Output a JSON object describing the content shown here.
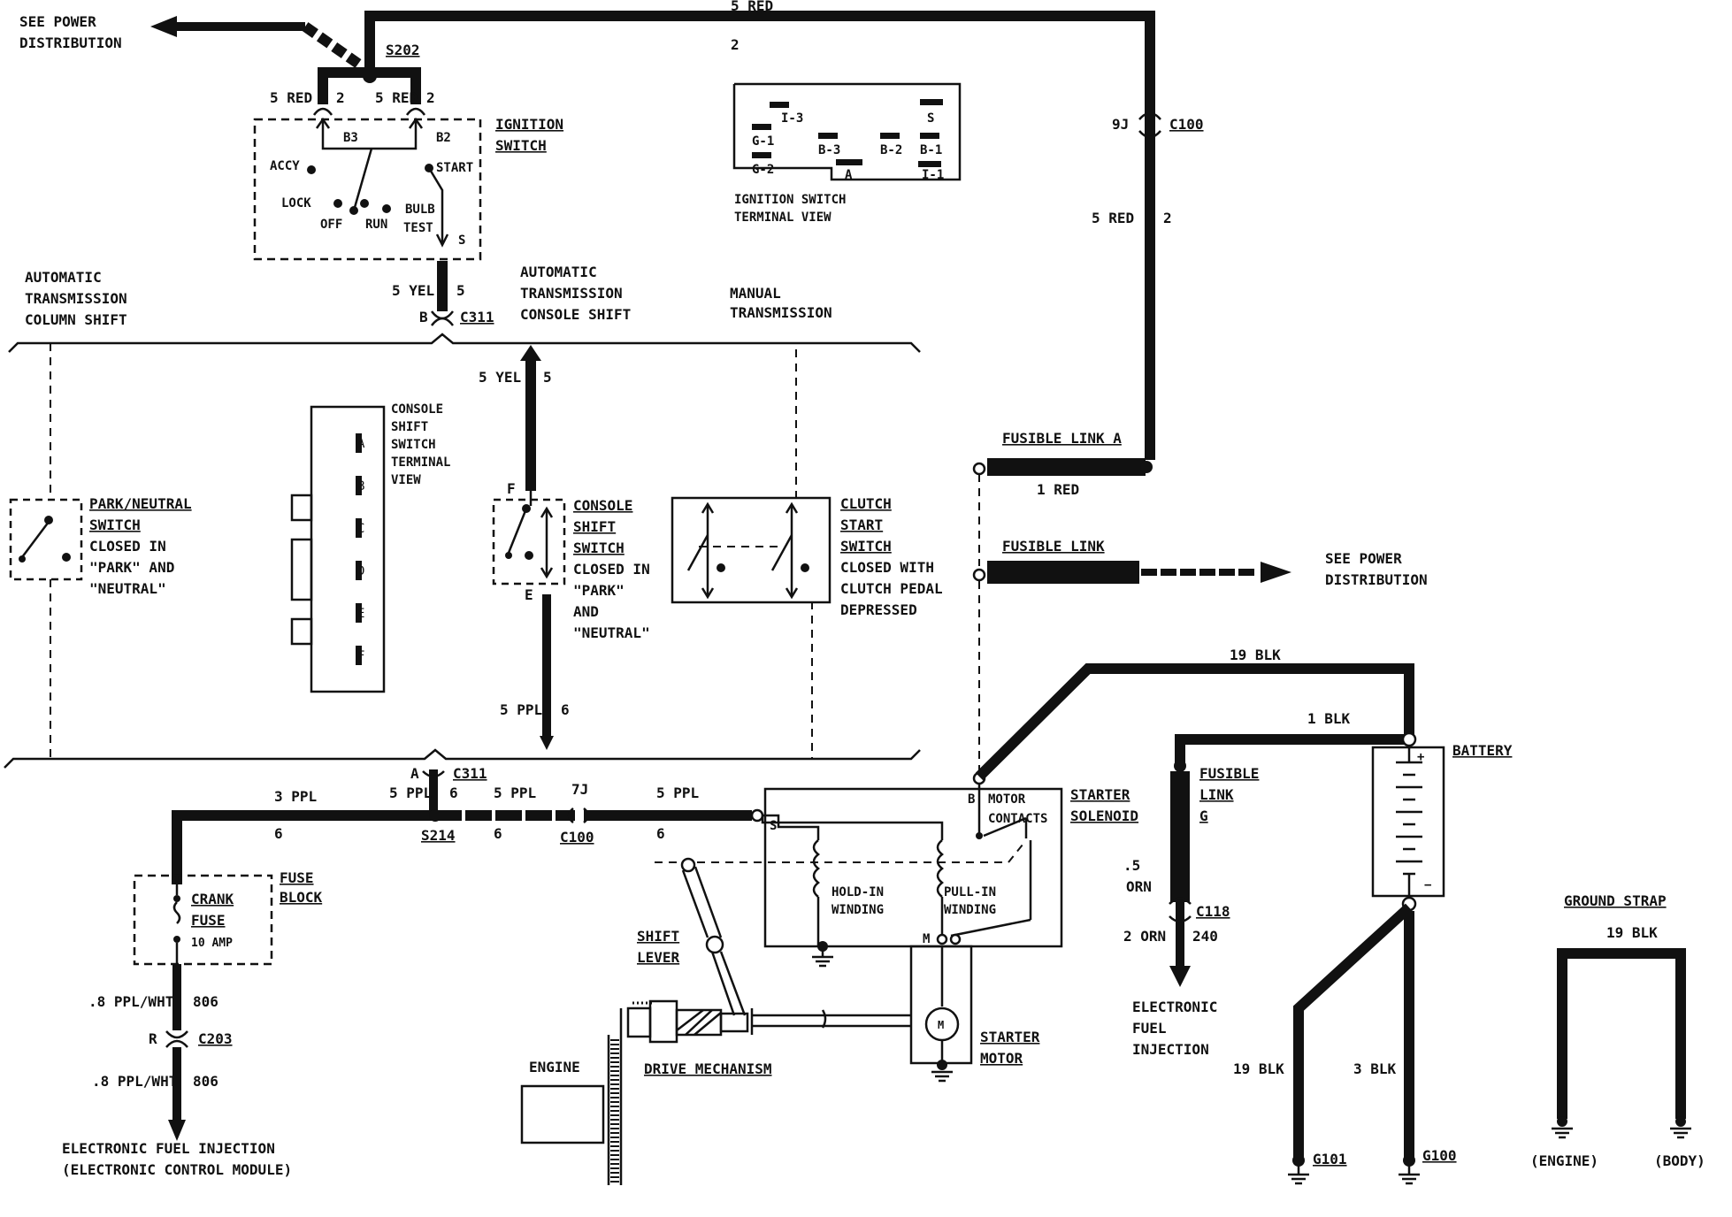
{
  "power_top": {
    "see_power": "SEE POWER",
    "distribution": "DISTRIBUTION"
  },
  "power_right": {
    "see_power": "SEE POWER",
    "distribution": "DISTRIBUTION"
  },
  "top_wire": {
    "label": "5 RED",
    "circuit": "2"
  },
  "splice_s202": "S202",
  "ign_wire_left": {
    "label": "5 RED",
    "circuit": "2"
  },
  "ign_wire_right": {
    "label": "5 RED",
    "circuit": "2"
  },
  "ignition_switch": {
    "title1": "IGNITION",
    "title2": "SWITCH",
    "b3": "B3",
    "b2": "B2",
    "accy": "ACCY",
    "start": "START",
    "lock": "LOCK",
    "off": "OFF",
    "run": "RUN",
    "bulb": "BULB",
    "test": "TEST",
    "s": "S"
  },
  "ign_terminal_view": {
    "terminals": [
      "I-3",
      "S",
      "G-1",
      "B-3",
      "B-2",
      "B-1",
      "G-2",
      "A",
      "I-1"
    ],
    "caption1": "IGNITION SWITCH",
    "caption2": "TERMINAL VIEW"
  },
  "c100_top": {
    "pin": "9J",
    "name": "C100"
  },
  "right_wire": {
    "label": "5 RED",
    "circuit": "2"
  },
  "c311_top": {
    "wire": "5 YEL",
    "circuit": "5",
    "pin": "B",
    "name": "C311"
  },
  "sections": {
    "col1": "AUTOMATIC",
    "col2": "TRANSMISSION",
    "col3": "COLUMN SHIFT",
    "con1": "AUTOMATIC",
    "con2": "TRANSMISSION",
    "con3": "CONSOLE SHIFT",
    "man1": "MANUAL",
    "man2": "TRANSMISSION"
  },
  "console_feed": {
    "wire": "5 YEL",
    "circuit": "5",
    "pin_f": "F",
    "pin_e": "E",
    "wire_out": "5 PPL",
    "circuit_out": "6"
  },
  "console_terminal_view": {
    "lines": [
      "CONSOLE",
      "SHIFT",
      "SWITCH",
      "TERMINAL",
      "VIEW"
    ],
    "pins": [
      "A",
      "B",
      "C",
      "D",
      "E",
      "F"
    ]
  },
  "park_neutral": {
    "lines": [
      "PARK/NEUTRAL",
      "SWITCH",
      "CLOSED IN",
      "\"PARK\" AND",
      "\"NEUTRAL\""
    ]
  },
  "console_switch": {
    "lines": [
      "CONSOLE",
      "SHIFT",
      "SWITCH",
      "CLOSED IN",
      "\"PARK\"",
      "AND",
      "\"NEUTRAL\""
    ]
  },
  "clutch_switch": {
    "lines": [
      "CLUTCH",
      "START",
      "SWITCH",
      "CLOSED WITH",
      "CLUTCH PEDAL",
      "DEPRESSED"
    ]
  },
  "fusible_link_a": {
    "name": "FUSIBLE LINK A",
    "wire": "1 RED"
  },
  "fusible_link": {
    "name": "FUSIBLE LINK"
  },
  "c311_bottom": {
    "pin": "A",
    "name": "C311"
  },
  "start_wires": {
    "w1": "3 PPL",
    "c1": "6",
    "w2": "5 PPL",
    "c2": "6",
    "s214": "S214",
    "w3": "5 PPL",
    "c3": "6",
    "pin7j": "7J",
    "c100": "C100",
    "w4": "5 PPL",
    "c4": "6"
  },
  "fuse_block": {
    "fuse": "FUSE",
    "block": "BLOCK",
    "crank": "CRANK",
    "fuse2": "FUSE",
    "amp": "10 AMP"
  },
  "ecm_path": {
    "w1": ".8 PPL/WHT",
    "c1": "806",
    "pin": "R",
    "conn": "C203",
    "w2": ".8 PPL/WHT",
    "c2": "806",
    "dest1": "ELECTRONIC FUEL INJECTION",
    "dest2": "(ELECTRONIC CONTROL MODULE)"
  },
  "starter_solenoid": {
    "title1": "STARTER",
    "title2": "SOLENOID",
    "b": "B",
    "s": "S",
    "m": "M",
    "motor": "MOTOR",
    "contacts": "CONTACTS",
    "hold1": "HOLD-IN",
    "hold2": "WINDING",
    "pull1": "PULL-IN",
    "pull2": "WINDING"
  },
  "shift_lever": {
    "l1": "SHIFT",
    "l2": "LEVER"
  },
  "starter_motor": {
    "l1": "STARTER",
    "l2": "MOTOR",
    "m": "M"
  },
  "engine": "ENGINE",
  "drive_mechanism": "DRIVE MECHANISM",
  "battery": {
    "label": "BATTERY",
    "plus": "+",
    "minus": "−",
    "w19": "19 BLK",
    "w1": "1 BLK"
  },
  "fusible_link_g": {
    "l1": "FUSIBLE",
    "l2": "LINK",
    "l3": "G",
    "wire1": ".5",
    "wire2": "ORN",
    "conn": "C118",
    "w2": "2 ORN",
    "c2": "240",
    "dest1": "ELECTRONIC",
    "dest2": "FUEL",
    "dest3": "INJECTION"
  },
  "grounds": {
    "w_left": "19 BLK",
    "w_right": "3 BLK",
    "g101": "G101",
    "g100": "G100"
  },
  "ground_strap": {
    "title": "GROUND STRAP",
    "wire": "19 BLK",
    "engine": "(ENGINE)",
    "body": "(BODY)"
  }
}
